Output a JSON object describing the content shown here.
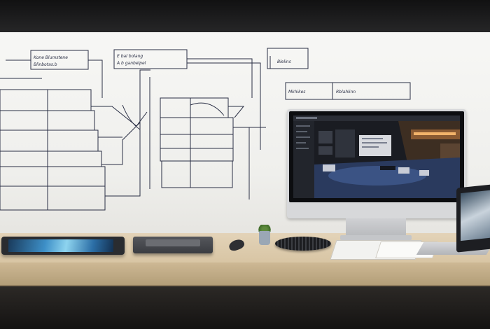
{
  "scene": {
    "whiteboard_labels": [
      "Kone Blumstene",
      "Blinbotas.b",
      "E bal bolang",
      "A b ganbelpel",
      "Blelins",
      "Mkhikes",
      "Rblahlinn"
    ]
  },
  "colors": {
    "wall": "#f3f3f1",
    "ink": "#2a2f45",
    "desk": "#dccaa9",
    "room_dark": "#1a1a1b"
  }
}
